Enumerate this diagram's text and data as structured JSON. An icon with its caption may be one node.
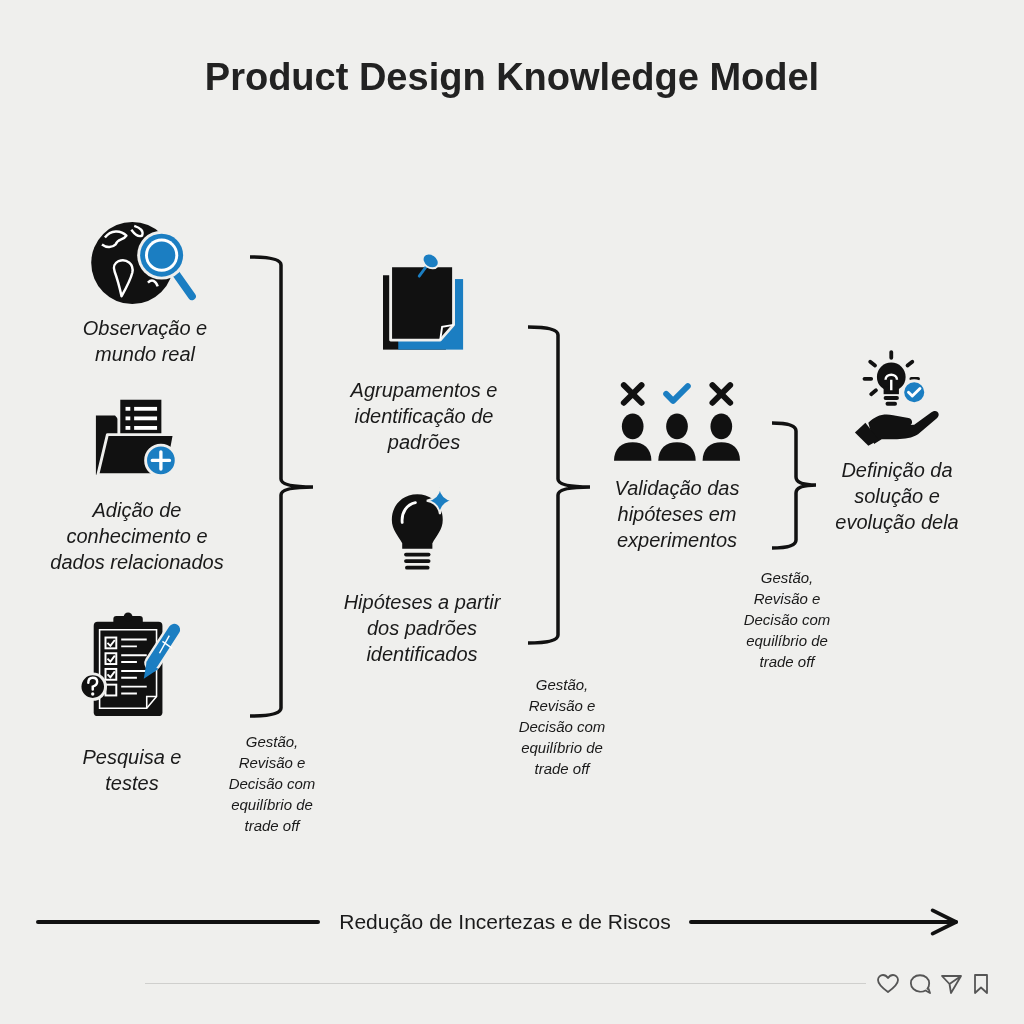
{
  "diagram": {
    "title": "Product Design Knowledge Model",
    "nodes": [
      {
        "text": [
          "Observação e mundo real"
        ]
      },
      {
        "text": [
          "Adição de conhecimento e dados relacionados"
        ]
      },
      {
        "text": [
          "Pesquisa e testes"
        ]
      },
      {
        "text": [
          "Agrupamentos e identificação de padrões"
        ]
      },
      {
        "text": [
          "Hipóteses a partir dos padrões identificados"
        ]
      },
      {
        "text": [
          "Validação das hipóteses em experimentos"
        ]
      },
      {
        "text": [
          "Definição da solução e evolução dela"
        ]
      }
    ],
    "labels": [
      "Gestão, Revisão e Decisão com equilíbrio de trade off",
      "Gestão, Revisão e Decisão com equilíbrio de trade off",
      "Gestão, Revisão e Decisão com equilíbrio de trade off",
      "Redução de Incertezas e de Riscos"
    ]
  }
}
